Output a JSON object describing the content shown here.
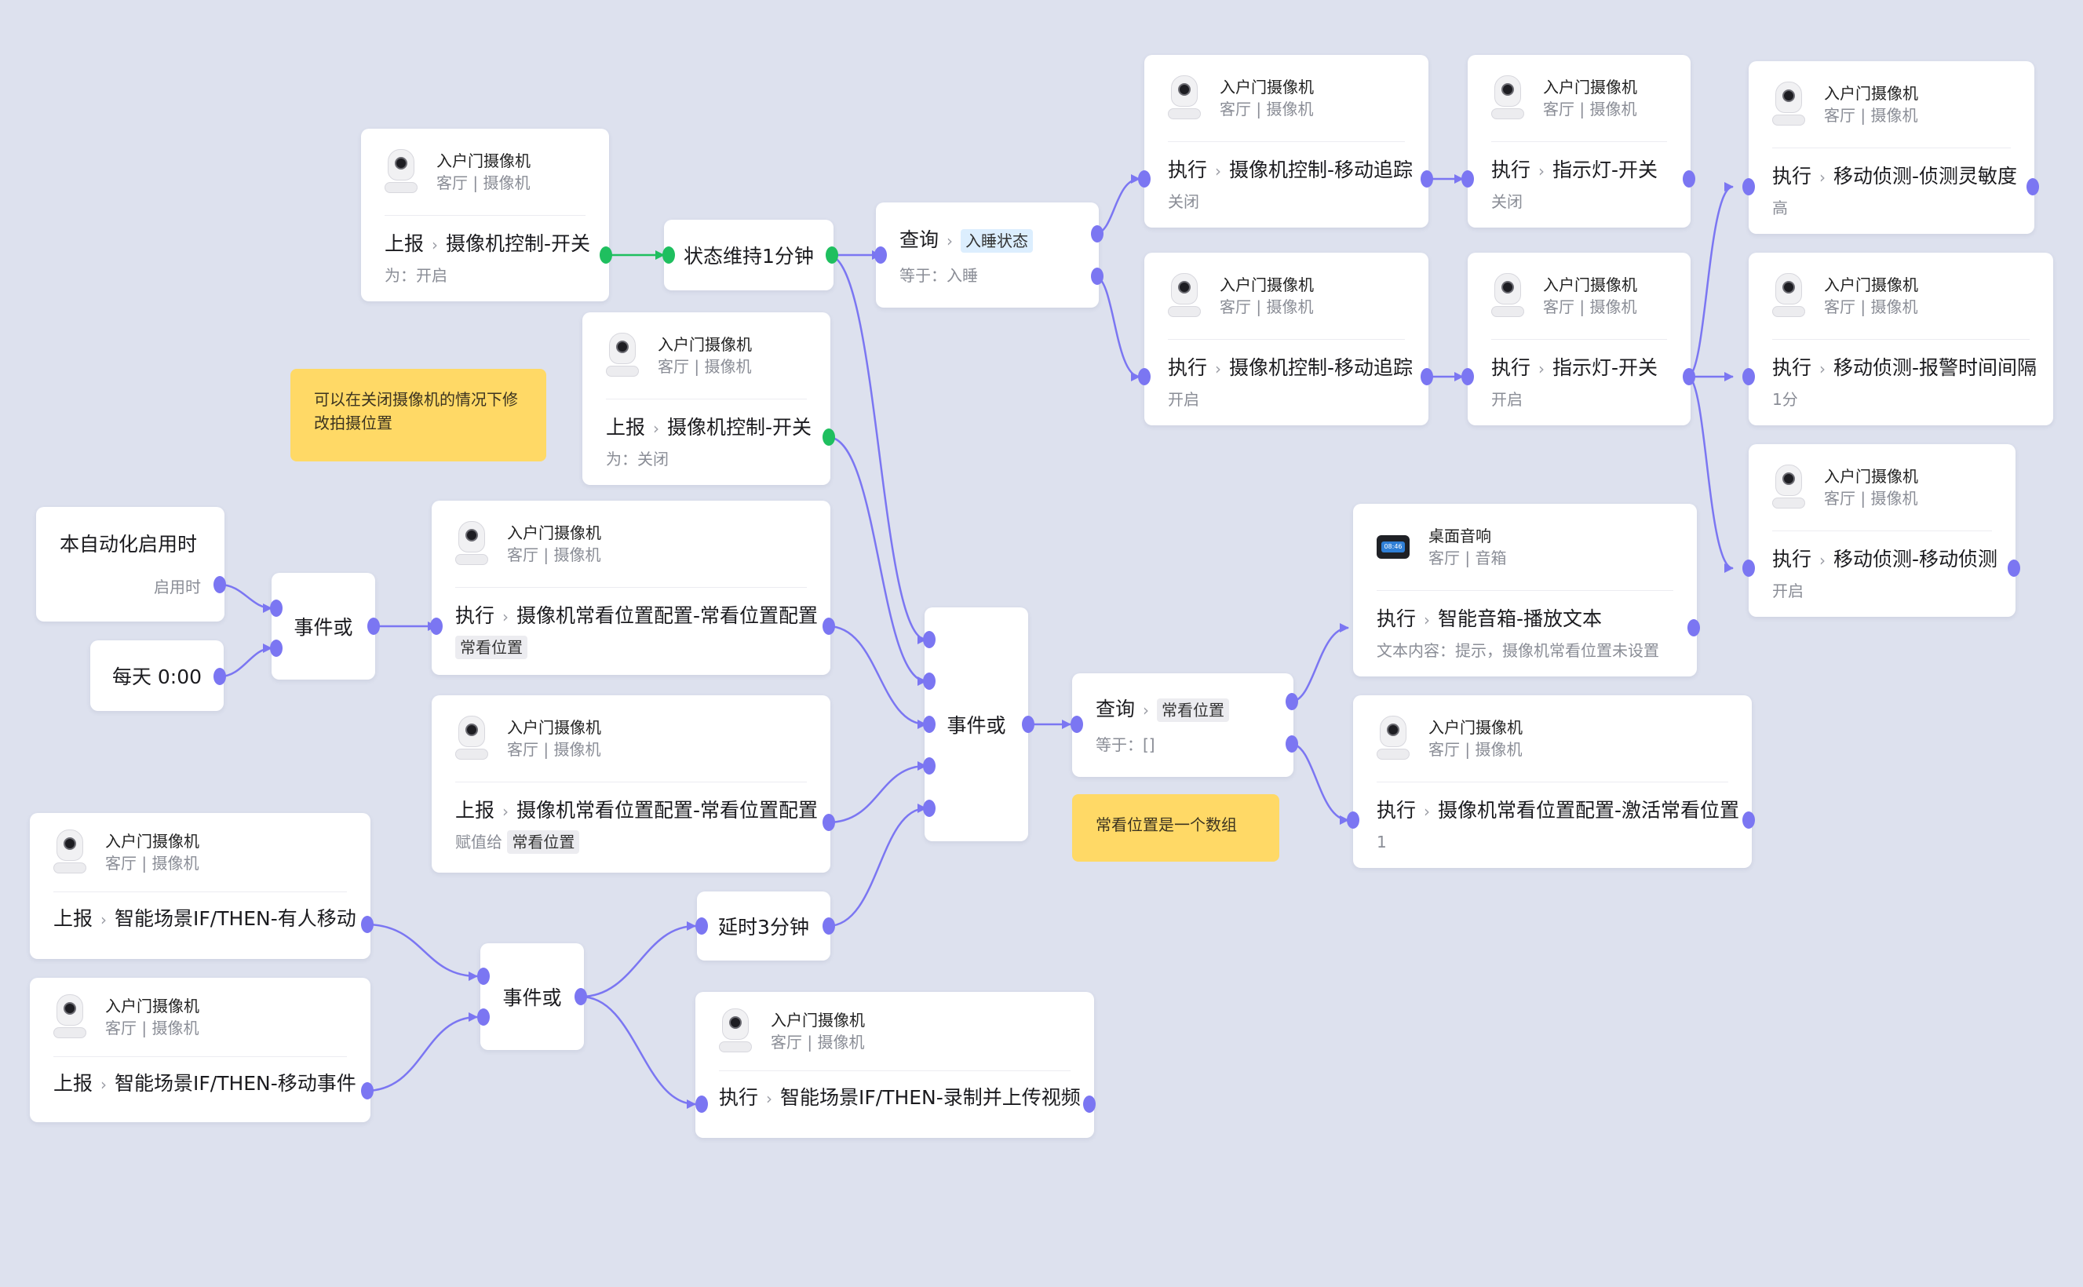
{
  "colors": {
    "background": "#dde1ee",
    "wire": "#7b76f2",
    "wire_active": "#1fbf5f",
    "note": "#ffd966"
  },
  "trigger_start": {
    "title": "本自动化启用时",
    "sub": "启用时"
  },
  "trigger_daily": {
    "title": "每天 0:00"
  },
  "or_left": "事件或",
  "or_center": "事件或",
  "or_bottom": "事件或",
  "note_camera": "可以在关闭摄像机的情况下修改拍摄位置",
  "note_array": "常看位置是一个数组",
  "state_hold": "状态维持1分钟",
  "delay_3min": "延时3分钟",
  "report_on": {
    "device": "入户门摄像机",
    "location": "客厅 | 摄像机",
    "verb": "上报",
    "action": "摄像机控制-开关",
    "sub": "为：开启"
  },
  "report_off": {
    "device": "入户门摄像机",
    "location": "客厅 | 摄像机",
    "verb": "上报",
    "action": "摄像机控制-开关",
    "sub": "为：关闭"
  },
  "exec_view_config": {
    "device": "入户门摄像机",
    "location": "客厅 | 摄像机",
    "verb": "执行",
    "action": "摄像机常看位置配置-常看位置配置",
    "tag": "常看位置"
  },
  "report_view_config": {
    "device": "入户门摄像机",
    "location": "客厅 | 摄像机",
    "verb": "上报",
    "action": "摄像机常看位置配置-常看位置配置",
    "sub_label": "赋值给",
    "tag": "常看位置"
  },
  "report_motion": {
    "device": "入户门摄像机",
    "location": "客厅 | 摄像机",
    "verb": "上报",
    "action": "智能场景IF/THEN-有人移动"
  },
  "report_motion_event": {
    "device": "入户门摄像机",
    "location": "客厅 | 摄像机",
    "verb": "上报",
    "action": "智能场景IF/THEN-移动事件"
  },
  "exec_record": {
    "device": "入户门摄像机",
    "location": "客厅 | 摄像机",
    "verb": "执行",
    "action": "智能场景IF/THEN-录制并上传视频"
  },
  "query_sleep": {
    "verb": "查询",
    "tag": "入睡状态",
    "sub": "等于：入睡"
  },
  "query_view": {
    "verb": "查询",
    "tag": "常看位置",
    "sub": "等于：[]"
  },
  "exec_track_off": {
    "device": "入户门摄像机",
    "location": "客厅 | 摄像机",
    "verb": "执行",
    "action": "摄像机控制-移动追踪",
    "sub": "关闭"
  },
  "exec_track_on": {
    "device": "入户门摄像机",
    "location": "客厅 | 摄像机",
    "verb": "执行",
    "action": "摄像机控制-移动追踪",
    "sub": "开启"
  },
  "exec_light_off": {
    "device": "入户门摄像机",
    "location": "客厅 | 摄像机",
    "verb": "执行",
    "action": "指示灯-开关",
    "sub": "关闭"
  },
  "exec_light_on": {
    "device": "入户门摄像机",
    "location": "客厅 | 摄像机",
    "verb": "执行",
    "action": "指示灯-开关",
    "sub": "开启"
  },
  "exec_sensitivity": {
    "device": "入户门摄像机",
    "location": "客厅 | 摄像机",
    "verb": "执行",
    "action": "移动侦测-侦测灵敏度",
    "sub": "高"
  },
  "exec_interval": {
    "device": "入户门摄像机",
    "location": "客厅 | 摄像机",
    "verb": "执行",
    "action": "移动侦测-报警时间间隔",
    "sub": "1分"
  },
  "exec_detect": {
    "device": "入户门摄像机",
    "location": "客厅 | 摄像机",
    "verb": "执行",
    "action": "移动侦测-移动侦测",
    "sub": "开启"
  },
  "exec_speaker": {
    "device": "桌面音响",
    "location": "客厅 | 音箱",
    "verb": "执行",
    "action": "智能音箱-播放文本",
    "sub": "文本内容：提示，摄像机常看位置未设置",
    "screen": "08:46"
  },
  "exec_activate_view": {
    "device": "入户门摄像机",
    "location": "客厅 | 摄像机",
    "verb": "执行",
    "action": "摄像机常看位置配置-激活常看位置",
    "sub": "1"
  }
}
